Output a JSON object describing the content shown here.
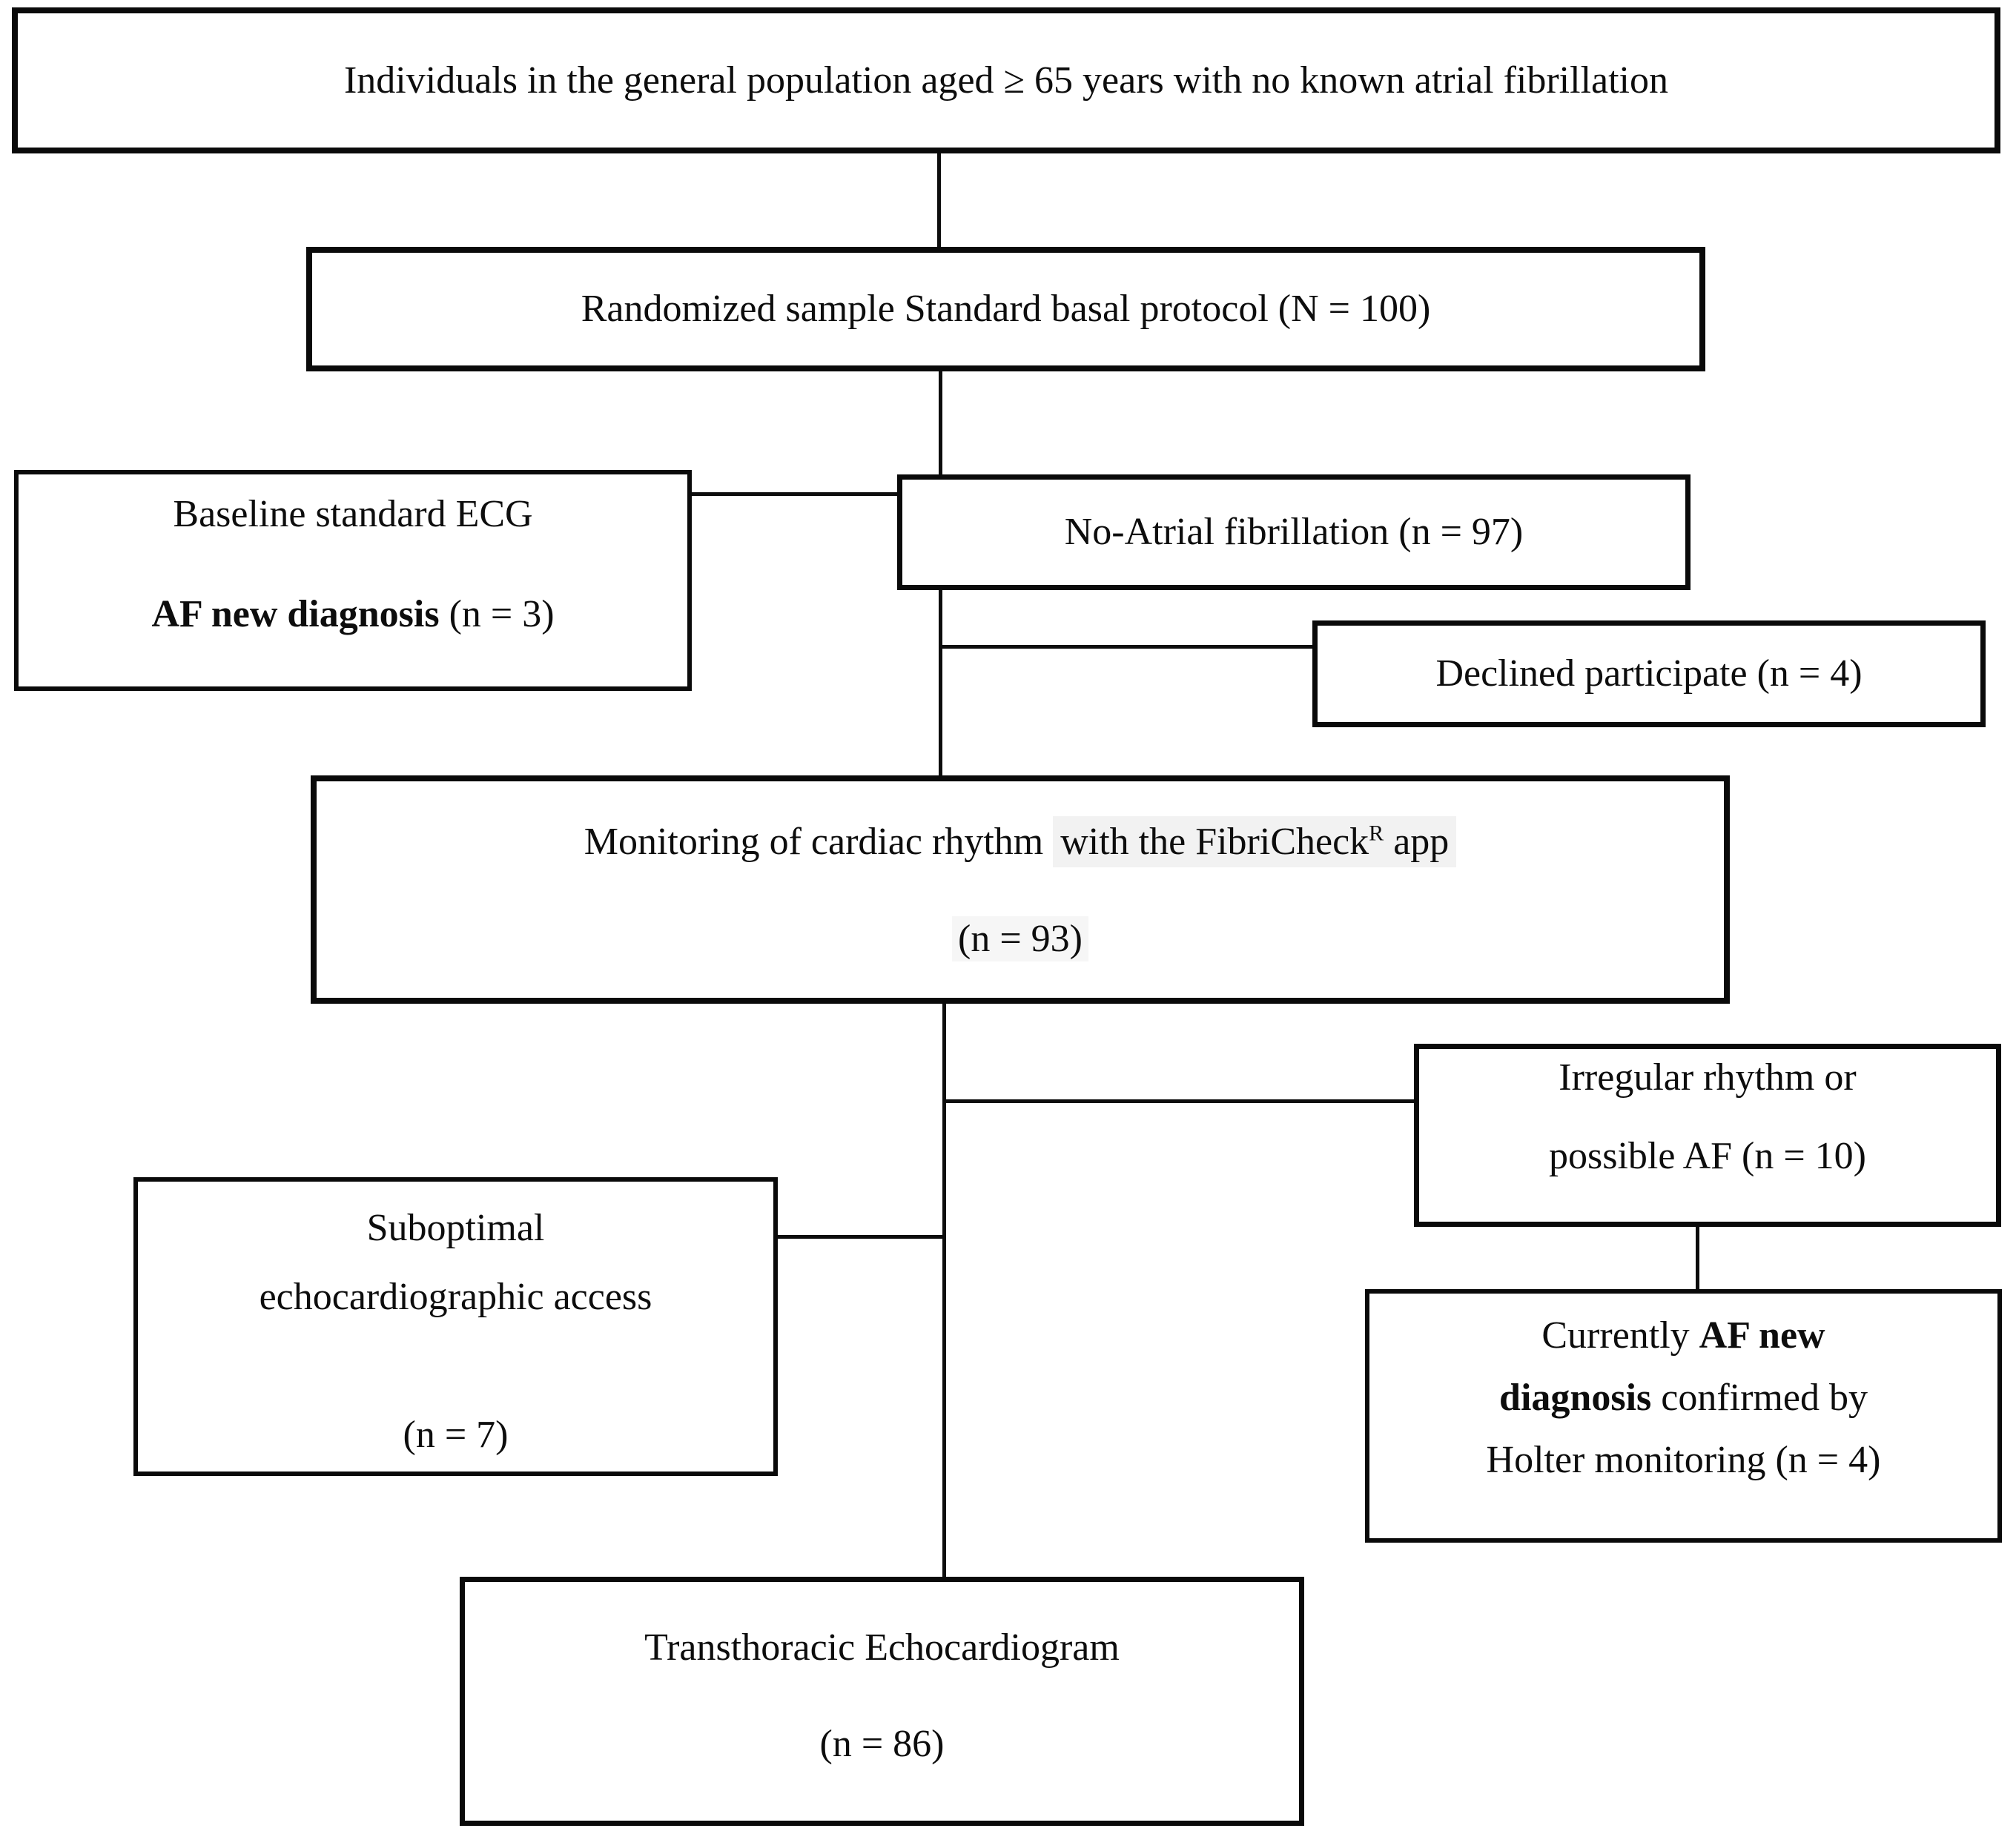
{
  "boxes": {
    "population": {
      "text": "Individuals in the general population aged ≥ 65 years with no known atrial fibrillation"
    },
    "randomized": {
      "text": "Randomized sample Standard basal protocol (N = 100)"
    },
    "baseline": {
      "line1": "Baseline standard ECG",
      "line2_bold": "AF new diagnosis",
      "line2_rest": " (n = 3)"
    },
    "no_af": {
      "text": "No-Atrial fibrillation (n = 97)"
    },
    "declined": {
      "text": "Declined participate (n = 4)"
    },
    "monitoring": {
      "line1_pre": "Monitoring of cardiac rhythm ",
      "line1_hl": "with the FibriCheck",
      "line1_sup": "R",
      "line1_post": " app",
      "line2": "(n = 93)"
    },
    "irregular": {
      "line1": "Irregular rhythm or",
      "line2": "possible AF (n = 10)"
    },
    "suboptimal": {
      "line1": "Suboptimal",
      "line2": "echocardiographic access",
      "line3": "(n = 7)"
    },
    "confirmed": {
      "line1_pre": "Currently ",
      "line1_bold": "AF new",
      "line2_bold": "diagnosis",
      "line2_rest": " confirmed by",
      "line3": "Holter monitoring (n = 4)"
    },
    "tte": {
      "line1": "Transthoracic Echocardiogram",
      "line2": "(n = 86)"
    }
  },
  "colors": {
    "line": "#0d0d0d",
    "box_border": "#0a0a0a",
    "background": "#ffffff",
    "highlight": "#f2f2f2"
  }
}
